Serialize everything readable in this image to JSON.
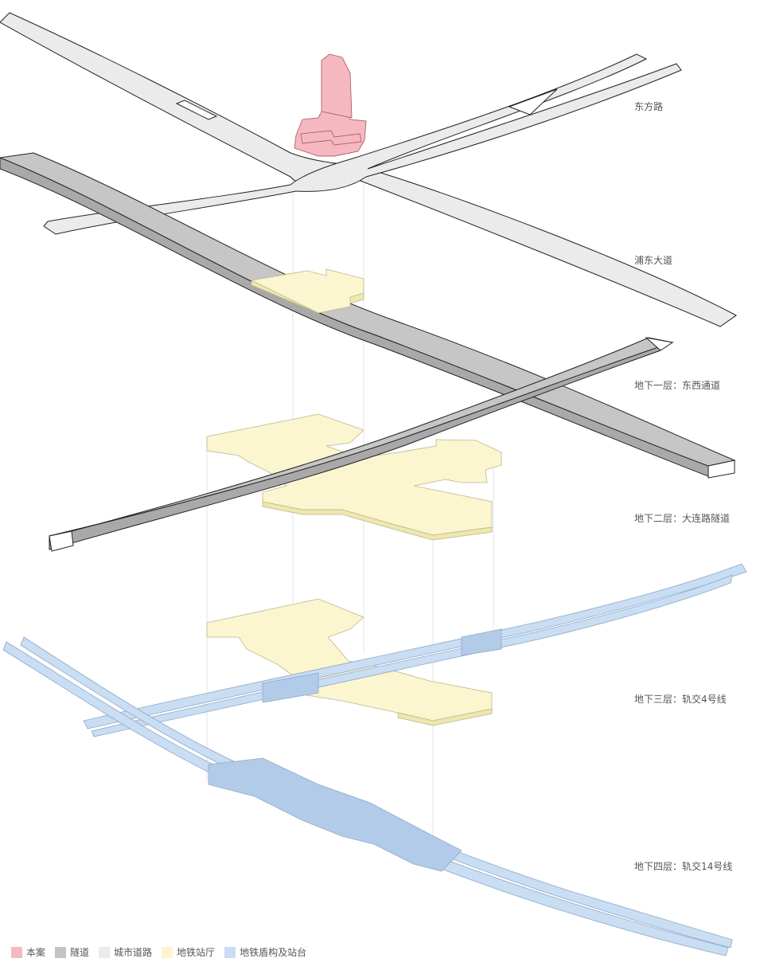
{
  "layers": [
    {
      "label": "东方路"
    },
    {
      "label": "浦东大道"
    },
    {
      "label": "地下一层：东西通道"
    },
    {
      "label": "地下二层：大连路隧道"
    },
    {
      "label": "地下三层：轨交4号线"
    },
    {
      "label": "地下四层：轨交14号线"
    }
  ],
  "legend": [
    {
      "label": "本案",
      "color": "#f5b8c0"
    },
    {
      "label": "隧道",
      "color": "#c4c4c4"
    },
    {
      "label": "城市道路",
      "color": "#ebebeb"
    },
    {
      "label": "地铁站厅",
      "color": "#fbf6cf"
    },
    {
      "label": "地铁盾构及站台",
      "color": "#c9ddf3"
    }
  ]
}
